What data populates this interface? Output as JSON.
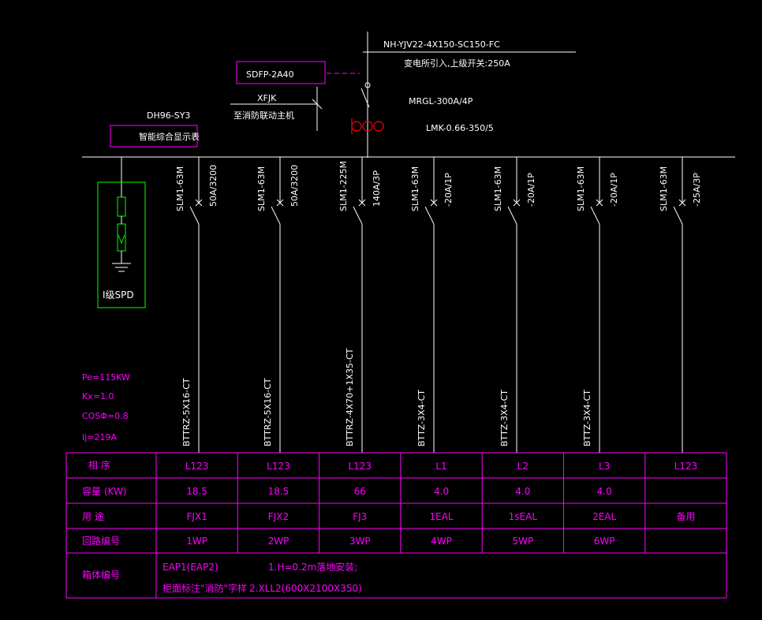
{
  "incoming": {
    "cable": "NH-YJV22-4X150-SC150-FC",
    "source_note": "变电所引入,上级开关:250A",
    "breaker": "MRGL-300A/4P",
    "ct": "LMK-0.66-350/5",
    "sdfp": "SDFP-2A40",
    "xfjk": "XFJK",
    "fire_note": "至消防联动主机"
  },
  "meter": {
    "model": "DH96-SY3",
    "label": "智能综合显示表"
  },
  "spd": {
    "label": "I级SPD"
  },
  "summary": {
    "pe": "Pe=115KW",
    "kx": "Kx=1.0",
    "cos": "COSΦ=0.8",
    "ij": "Ij=219A"
  },
  "circuits": [
    {
      "breaker": "SLM1-63M",
      "rating": "50A/3200",
      "cable": "BTTRZ-5X16-CT",
      "phase": "L123",
      "capacity": "18.5",
      "use": "FJX1",
      "loop": "1WP"
    },
    {
      "breaker": "SLM1-63M",
      "rating": "50A/3200",
      "cable": "BTTRZ-5X16-CT",
      "phase": "L123",
      "capacity": "18.5",
      "use": "FJX2",
      "loop": "2WP"
    },
    {
      "breaker": "SLM1-225M",
      "rating": "140A/3P",
      "cable": "BTTRZ-4X70+1X35-CT",
      "phase": "L123",
      "capacity": "66",
      "use": "FJ3",
      "loop": "3WP"
    },
    {
      "breaker": "SLM1-63M",
      "rating": "-20A/1P",
      "cable": "BTTZ-3X4-CT",
      "phase": "L1",
      "capacity": "4.0",
      "use": "1EAL",
      "loop": "4WP"
    },
    {
      "breaker": "SLM1-63M",
      "rating": "-20A/1P",
      "cable": "BTTZ-3X4-CT",
      "phase": "L2",
      "capacity": "4.0",
      "use": "1sEAL",
      "loop": "5WP"
    },
    {
      "breaker": "SLM1-63M",
      "rating": "-20A/1P",
      "cable": "BTTZ-3X4-CT",
      "phase": "L3",
      "capacity": "4.0",
      "use": "2EAL",
      "loop": "6WP"
    },
    {
      "breaker": "SLM1-63M",
      "rating": "-25A/3P",
      "cable": "",
      "phase": "L123",
      "capacity": "",
      "use": "备用",
      "loop": ""
    }
  ],
  "table": {
    "row_labels": [
      "相  序",
      "容量    (KW)",
      "用    途",
      "回路编号",
      "箱体编号"
    ],
    "box_line1_a": "EAP1(EAP2)",
    "box_line1_b": "1.H=0.2m落地安装;",
    "box_line2_a": "柜面标注\"消防\"字样",
    "box_line2_b": "2.XLL2(600X2100X350)"
  },
  "colors": {
    "background": "#000000",
    "main": "#ff00ff",
    "text": "#ffffff",
    "ct": "#ff0000",
    "spd": "#00ff00"
  }
}
